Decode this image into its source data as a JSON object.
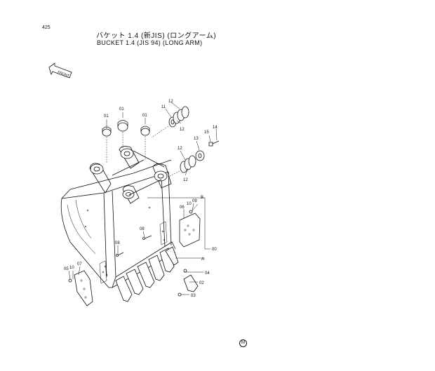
{
  "page_number": "425",
  "title_jp": "バケット 1.4 (新JIS) (ロングアーム)",
  "title_en": "BUCKET 1.4 (JIS 94) (LONG ARM)",
  "front_label": "FRONT",
  "bottom_mark": "M",
  "callouts": {
    "c01a": "01",
    "c01b": "01",
    "c01c": "01",
    "c11": "11",
    "c12a": "12",
    "c12b": "12",
    "c12c": "12",
    "c12d": "12",
    "c13": "13",
    "c14": "14",
    "c15": "15",
    "c06": "06",
    "c10a": "10",
    "c09a": "09",
    "c08a": "08",
    "c08b": "08",
    "c00": "00",
    "cA": "A",
    "cB": "B",
    "c04": "04",
    "c02": "02",
    "c03": "03",
    "c05": "05",
    "c10b": "10",
    "c07": "07"
  }
}
